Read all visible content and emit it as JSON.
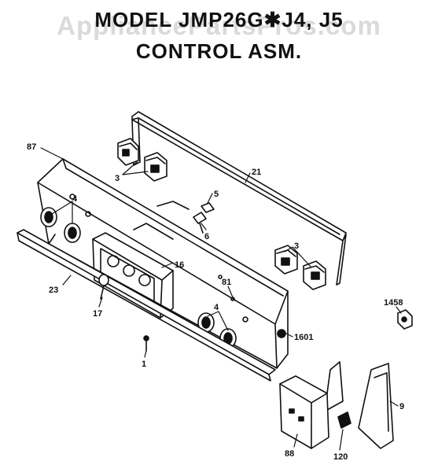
{
  "title": {
    "line1": "MODEL JMP26G✱J4, J5",
    "line2": "CONTROL ASM."
  },
  "watermark": "AppliancePartsPros.com",
  "callouts": [
    {
      "id": "87",
      "label": "87"
    },
    {
      "id": "3a",
      "label": "3"
    },
    {
      "id": "21",
      "label": "21"
    },
    {
      "id": "5",
      "label": "5"
    },
    {
      "id": "6",
      "label": "6"
    },
    {
      "id": "4a",
      "label": "4"
    },
    {
      "id": "16",
      "label": "16"
    },
    {
      "id": "3b",
      "label": "3"
    },
    {
      "id": "23",
      "label": "23"
    },
    {
      "id": "17",
      "label": "17"
    },
    {
      "id": "81",
      "label": "81"
    },
    {
      "id": "4b",
      "label": "4"
    },
    {
      "id": "1458",
      "label": "1458"
    },
    {
      "id": "1601",
      "label": "1601"
    },
    {
      "id": "1",
      "label": "1"
    },
    {
      "id": "9",
      "label": "9"
    },
    {
      "id": "88",
      "label": "88"
    },
    {
      "id": "120",
      "label": "120"
    }
  ],
  "colors": {
    "ink": "#111111",
    "paper": "#ffffff"
  }
}
